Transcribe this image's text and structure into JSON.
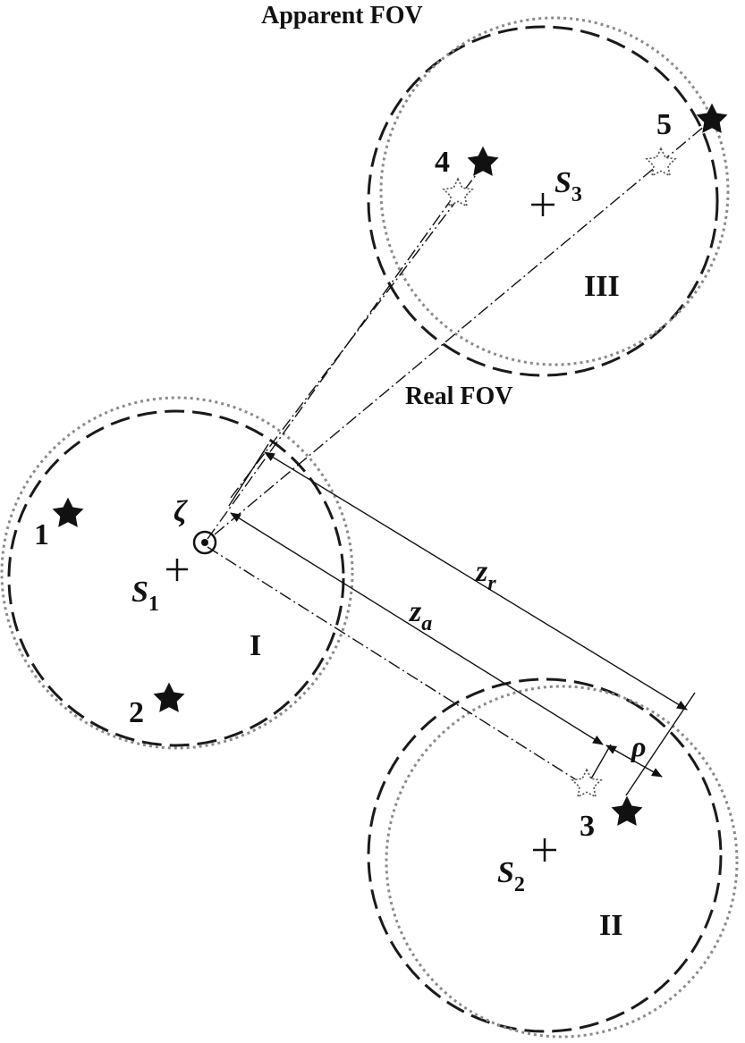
{
  "labels": {
    "apparent_fov": "Apparent FOV",
    "real_fov": "Real FOV",
    "region_1": "I",
    "region_2": "II",
    "region_3": "III",
    "star_1": "1",
    "star_2": "2",
    "star_3": "3",
    "star_4": "4",
    "star_5": "5",
    "zeta": "ζ",
    "s1_main": "S",
    "s1_sub": "1",
    "s2_main": "S",
    "s2_sub": "2",
    "s3_main": "S",
    "s3_sub": "3",
    "z_r_main": "z",
    "z_r_sub": "r",
    "z_a_main": "z",
    "z_a_sub": "a",
    "rho": "ρ"
  },
  "colors": {
    "ink": "#111111",
    "real_circle": "#1a1a1a",
    "apparent_circle": "#8a8a8a",
    "ghost_star": "#555555",
    "background": "#ffffff"
  },
  "icons": {
    "true_star": "filled-star-icon",
    "apparent_star": "dotted-star-icon",
    "center": "cross-icon",
    "axis": "circled-dot-icon"
  }
}
